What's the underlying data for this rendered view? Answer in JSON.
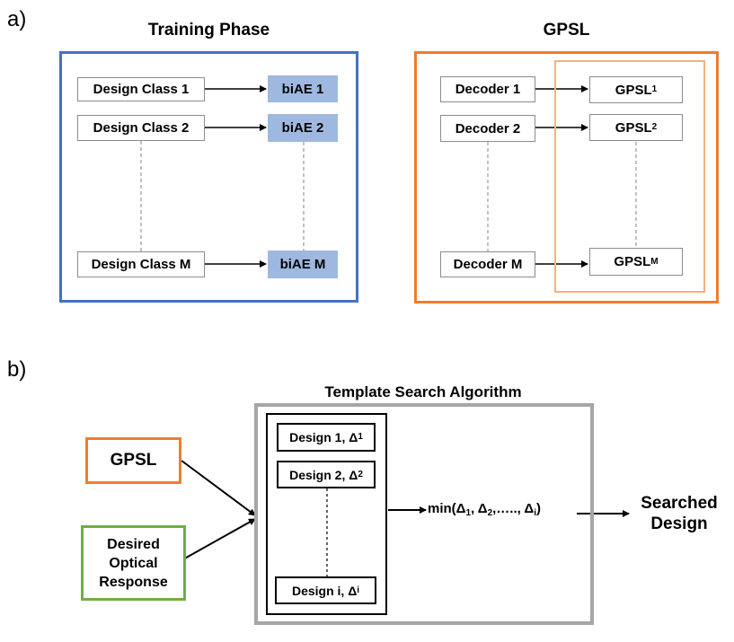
{
  "panel_a": {
    "label": "a)",
    "training": {
      "title": "Training Phase",
      "design_classes": [
        "Design Class 1",
        "Design Class 2",
        "Design Class M"
      ],
      "biaes": [
        "biAE 1",
        "biAE 2",
        "biAE M"
      ]
    },
    "gpsl": {
      "title": "GPSL",
      "decoders": [
        "Decoder 1",
        "Decoder 2",
        "Decoder M"
      ],
      "gpsl_base": "GPSL",
      "gpsl_subs": [
        "1",
        "2",
        "M"
      ]
    }
  },
  "panel_b": {
    "label": "b)",
    "gpsl_input": "GPSL",
    "desired_lines": [
      "Desired",
      "Optical",
      "Response"
    ],
    "tsa_title": "Template Search Algorithm",
    "designs": [
      {
        "text": "Design 1, Δ",
        "sub": "1"
      },
      {
        "text": "Design 2, Δ",
        "sub": "2"
      },
      {
        "text": "Design i, Δ",
        "sub": "i"
      }
    ],
    "min_expr": {
      "pre": "min(Δ",
      "s1": "1",
      "mid1": ", Δ",
      "s2": "2",
      "mid2": ",….., Δ",
      "s3": "i",
      "post": ")"
    },
    "output_lines": [
      "Searched",
      "Design"
    ]
  },
  "colors": {
    "blue_border": "#4472c4",
    "orange_border": "#ed7d31",
    "light_orange_border": "#f4b183",
    "green_border": "#70ad47",
    "gray_border": "#a6a6a6",
    "biae_fill": "#9fb8e0"
  }
}
